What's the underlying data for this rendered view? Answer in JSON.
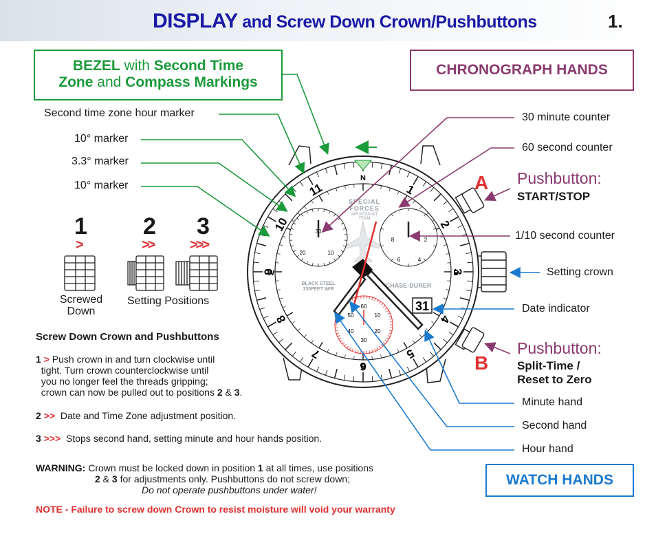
{
  "header": {
    "title_big": "DISPLAY",
    "title_rest": " and Screw Down Crown/Pushbuttons",
    "page_number": "1."
  },
  "boxes": {
    "bezel": {
      "b1": "BEZEL",
      "t1": " with ",
      "b2": "Second Time",
      "b3": "Zone",
      "t2": " and ",
      "b4": "Compass Markings"
    },
    "chronograph": "CHRONOGRAPH HANDS",
    "watch_hands": "WATCH HANDS"
  },
  "left_labels": {
    "second_tz": "Second time zone hour marker",
    "ten_a": "10° marker",
    "three_three": "3.3° marker",
    "ten_b": "10° marker"
  },
  "right_labels": {
    "min30": "30 minute counter",
    "sec60": "60 second counter",
    "tenth": "1/10 second counter",
    "crown": "Setting crown",
    "date": "Date indicator",
    "minute": "Minute hand",
    "second": "Second hand",
    "hour": "Hour hand"
  },
  "pushbutton_a": {
    "letter": "A",
    "head": "Pushbutton:",
    "action": "START/STOP"
  },
  "pushbutton_b": {
    "letter": "B",
    "head": "Pushbutton:",
    "action1": "Split-Time /",
    "action2": "Reset to Zero"
  },
  "positions": {
    "n1": "1",
    "n2": "2",
    "n3": "3",
    "c1": ">",
    "c2": ">>",
    "c3": ">>>",
    "screwed1": "Screwed",
    "screwed2": "Down",
    "setting": "Setting Positions"
  },
  "instructions": {
    "heading": "Screw Down Crown and Pushbuttons",
    "i1_num": "1",
    "i1_chev": ">",
    "i1_l1": "Push crown in and turn clockwise until",
    "i1_l2": "tight. Turn crown counterclockwise until",
    "i1_l3": "you no longer feel the threads gripping;",
    "i1_l4a": "crown can now be pulled out to positions ",
    "i1_l4b": "2",
    "i1_l4c": " & ",
    "i1_l4d": "3",
    "i1_l4e": ".",
    "i2_num": "2",
    "i2_chev": ">>",
    "i2_text": "Date and Time Zone adjustment position.",
    "i3_num": "3",
    "i3_chev": ">>>",
    "i3_text": "Stops second hand, setting minute and hour hands position."
  },
  "warning": {
    "label": "WARNING:",
    "l1a": " Crown must be locked down in position ",
    "l1b": "1",
    "l1c": " at all times, use positions",
    "l2a": "2",
    "l2b": " & ",
    "l2c": "3",
    "l2d": " for adjustments only.  Pushbuttons do not screw down;",
    "l3": "Do not operate pushbuttons under water!"
  },
  "note": "NOTE - Failure to screw down Crown to resist moisture will void your warranty",
  "dial": {
    "bezel_numbers": [
      "1",
      "2",
      "3",
      "4",
      "5",
      "6",
      "7",
      "8",
      "9",
      "10",
      "11"
    ],
    "compass": [
      "N",
      "E",
      "S",
      "W"
    ],
    "logo1": "SPECIAL",
    "logo2": "FORCES",
    "logo3": "AIR ASSAULT",
    "logo4": "TEAM",
    "left_text1": "BLACK STEEL",
    "left_text2": "330FEET W/R",
    "brand": "CHASE-DURER",
    "date_value": "31",
    "sub_left": [
      "30",
      "20",
      "10"
    ],
    "sub_right": [
      "8",
      "6",
      "4",
      "2"
    ],
    "sub_bottom": [
      "60",
      "10",
      "20",
      "30",
      "40",
      "50"
    ]
  },
  "colors": {
    "green": "#1a9a3a",
    "purple": "#8a3a6e",
    "blue": "#1a7ad0",
    "red": "#e03030",
    "title": "#1a1aa6"
  }
}
